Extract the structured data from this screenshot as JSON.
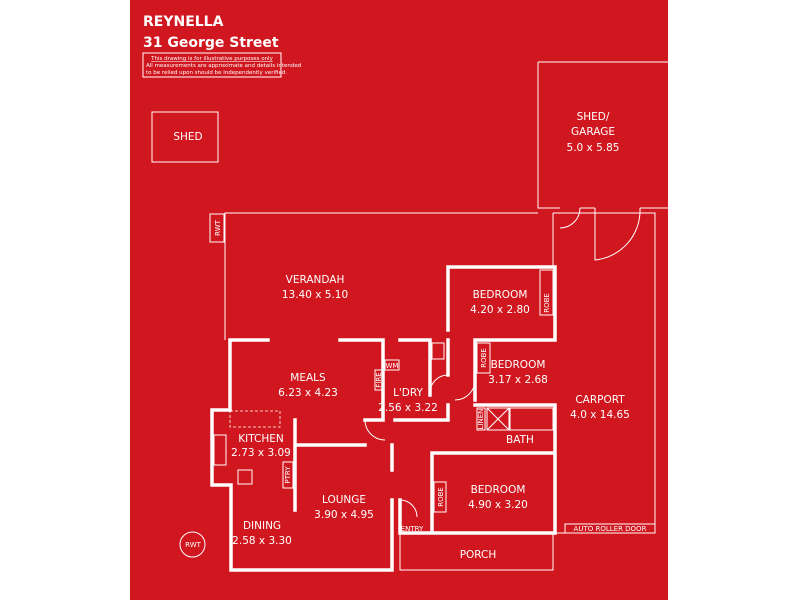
{
  "colors": {
    "background": "#d0161e",
    "lines": "#ffffff"
  },
  "header": {
    "suburb": "REYNELLA",
    "address": "31 George Street",
    "disclaimer_line1": "This drawing is for illustrative purposes only",
    "disclaimer_line2": "All measurements are approximate and details intended",
    "disclaimer_line3": "to be relied upon should be independently verified."
  },
  "rooms": {
    "shed": {
      "name": "SHED"
    },
    "garage": {
      "name1": "SHED/",
      "name2": "GARAGE",
      "size": "5.0 x 5.85"
    },
    "verandah": {
      "name": "VERANDAH",
      "size": "13.40 x 5.10"
    },
    "bedroom1": {
      "name": "BEDROOM",
      "size": "4.20 x 2.80"
    },
    "bedroom2": {
      "name": "BEDROOM",
      "size": "3.17 x 2.68"
    },
    "bedroom3": {
      "name": "BEDROOM",
      "size": "4.90 x 3.20"
    },
    "meals": {
      "name": "MEALS",
      "size": "6.23 x 4.23"
    },
    "laundry": {
      "name": "L'DRY",
      "size": "2.56 x 3.22"
    },
    "carport": {
      "name": "CARPORT",
      "size": "4.0 x 14.65"
    },
    "kitchen": {
      "name": "KITCHEN",
      "size": "2.73 x 3.09"
    },
    "lounge": {
      "name": "LOUNGE",
      "size": "3.90 x 4.95"
    },
    "dining": {
      "name": "DINING",
      "size": "2.58 x 3.30"
    },
    "bath": {
      "name": "BATH"
    },
    "porch": {
      "name": "PORCH"
    },
    "entry": {
      "name": "ENTRY"
    }
  },
  "fixtures": {
    "rwt_top": "RWT",
    "rwt_bottom": "RWT",
    "robe1": "ROBE",
    "robe2": "ROBE",
    "robe3": "ROBE",
    "wm": "WM",
    "fire": "FIRE",
    "linen": "LINEN",
    "pantry": "PTRY",
    "roller_door": "AUTO ROLLER DOOR"
  }
}
